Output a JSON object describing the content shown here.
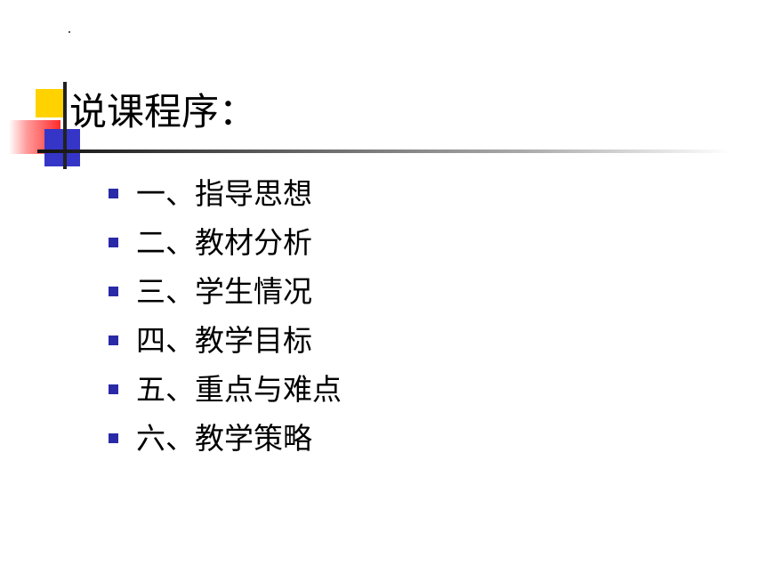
{
  "slide": {
    "title": "说课程序：",
    "items": [
      {
        "label": "一、指导思想"
      },
      {
        "label": "二、教材分析"
      },
      {
        "label": "三、学生情况"
      },
      {
        "label": "四、教学目标"
      },
      {
        "label": "五、重点与难点"
      },
      {
        "label": "六、教学策略"
      }
    ]
  },
  "colors": {
    "accent_yellow": "#ffd200",
    "accent_red": "#ff2a2a",
    "accent_blue": "#3535c8",
    "bullet": "#2a2aa8"
  }
}
